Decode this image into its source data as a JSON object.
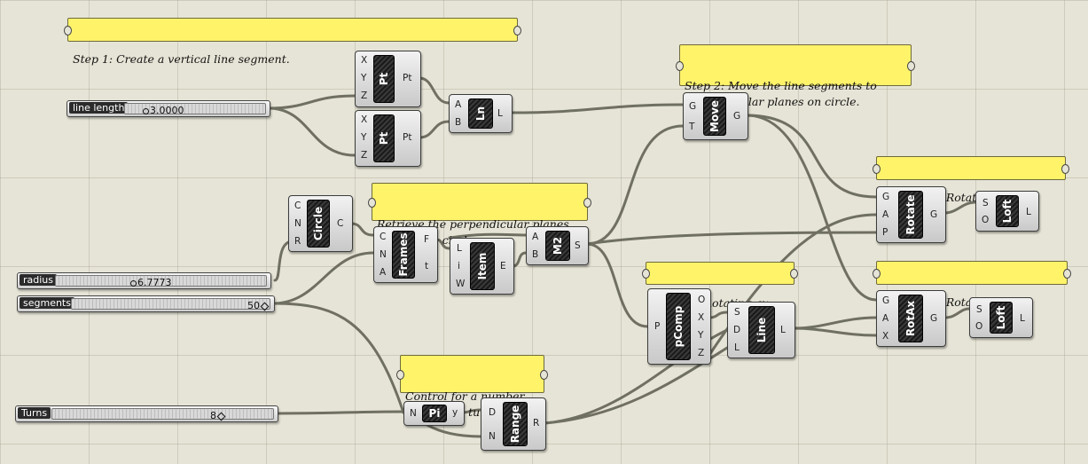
{
  "panels": {
    "step1": "Step 1: Create a vertical line segment.",
    "step2": "Step 2: Move the line segments to\nperpendicular planes on circle.",
    "retrieve": "Retrieve the perpendicular planes\nof the base circle.",
    "solution2": "Solution 2: Rotate by plane",
    "zaxis": "Z-axis as Rotating ax.",
    "solution1": "Solution 1: Rotate by Axis",
    "control": "Control for a number\nof rotating turns(pi)."
  },
  "sliders": {
    "line_length": {
      "label": "line length",
      "value": "3.0000"
    },
    "radius": {
      "label": "radius",
      "value": "6.7773"
    },
    "segments": {
      "label": "segments",
      "value": "50"
    },
    "turns": {
      "label": "Turns",
      "value": "8"
    }
  },
  "components": {
    "pt1": {
      "name": "Pt",
      "inputs": [
        "X",
        "Y",
        "Z"
      ],
      "outputs": [
        "Pt"
      ]
    },
    "pt2": {
      "name": "Pt",
      "inputs": [
        "X",
        "Y",
        "Z"
      ],
      "outputs": [
        "Pt"
      ]
    },
    "ln": {
      "name": "Ln",
      "inputs": [
        "A",
        "B"
      ],
      "outputs": [
        "L"
      ]
    },
    "move": {
      "name": "Move",
      "inputs": [
        "G",
        "T"
      ],
      "outputs": [
        "G"
      ]
    },
    "circle": {
      "name": "Circle",
      "inputs": [
        "C",
        "N",
        "R"
      ],
      "outputs": [
        "C"
      ]
    },
    "frames": {
      "name": "Frames",
      "inputs": [
        "C",
        "N",
        "A"
      ],
      "outputs": [
        "F",
        "t"
      ]
    },
    "item": {
      "name": "Item",
      "inputs": [
        "L",
        "i",
        "W"
      ],
      "outputs": [
        "E"
      ]
    },
    "m2": {
      "name": "M2",
      "inputs": [
        "A",
        "B"
      ],
      "outputs": [
        "S"
      ]
    },
    "rotate": {
      "name": "Rotate",
      "inputs": [
        "G",
        "A",
        "P"
      ],
      "outputs": [
        "G"
      ]
    },
    "loft1": {
      "name": "Loft",
      "inputs": [
        "S",
        "O"
      ],
      "outputs": [
        "L"
      ]
    },
    "pcomp": {
      "name": "pComp",
      "inputs": [
        "P"
      ],
      "outputs": [
        "O",
        "X",
        "Y",
        "Z"
      ]
    },
    "line": {
      "name": "Line",
      "inputs": [
        "S",
        "D",
        "L"
      ],
      "outputs": [
        "L"
      ]
    },
    "rotax": {
      "name": "RotAx",
      "inputs": [
        "G",
        "A",
        "X"
      ],
      "outputs": [
        "G"
      ]
    },
    "loft2": {
      "name": "Loft",
      "inputs": [
        "S",
        "O"
      ],
      "outputs": [
        "L"
      ]
    },
    "pi": {
      "name": "Pi",
      "inputs": [
        "N"
      ],
      "outputs": [
        "y"
      ]
    },
    "range": {
      "name": "Range",
      "inputs": [
        "D",
        "N"
      ],
      "outputs": [
        "R"
      ]
    }
  },
  "colors": {
    "canvas": "#e6e4d6",
    "panel": "#fff36a",
    "wire": "#6f6f62"
  }
}
